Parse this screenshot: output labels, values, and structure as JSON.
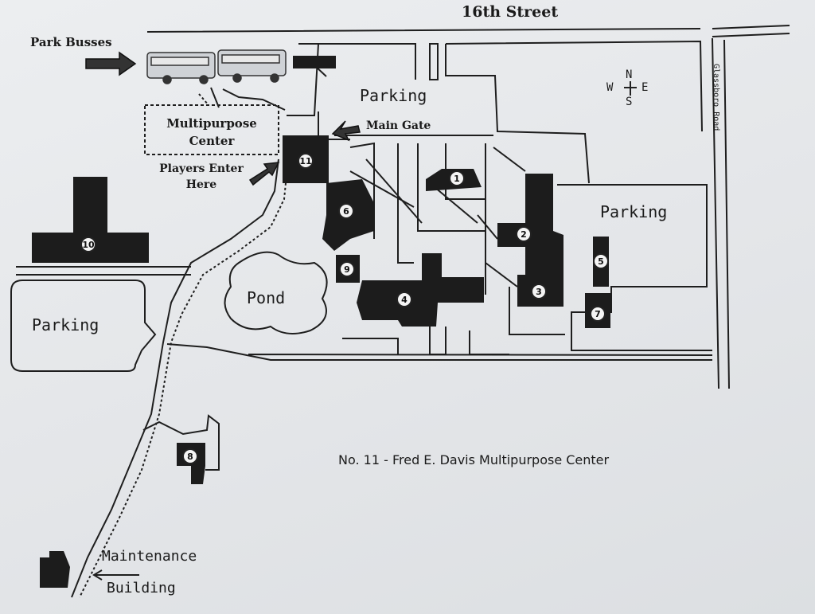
{
  "streets": {
    "north": "16th Street",
    "east": "Glassboro Road"
  },
  "compass": {
    "n": "N",
    "w": "W",
    "e": "E",
    "s": "S"
  },
  "callouts": {
    "park_busses": "Park Busses",
    "main_gate": "Main Gate",
    "players_enter_line1": "Players Enter",
    "players_enter_line2": "Here",
    "multipurpose_line1": "Multipurpose",
    "multipurpose_line2": "Center",
    "maintenance_line1": "Maintenance",
    "maintenance_line2": "Building"
  },
  "areas": {
    "parking_north": "Parking",
    "parking_east": "Parking",
    "parking_west": "Parking",
    "pond": "Pond"
  },
  "buildings": [
    "1",
    "2",
    "3",
    "4",
    "5",
    "6",
    "7",
    "8",
    "9",
    "10",
    "11"
  ],
  "caption": "No. 11 - Fred E. Davis Multipurpose Center",
  "colors": {
    "ink": "#1a1a1a",
    "building": "#1c1c1c",
    "paper": "#e6e8ea"
  }
}
